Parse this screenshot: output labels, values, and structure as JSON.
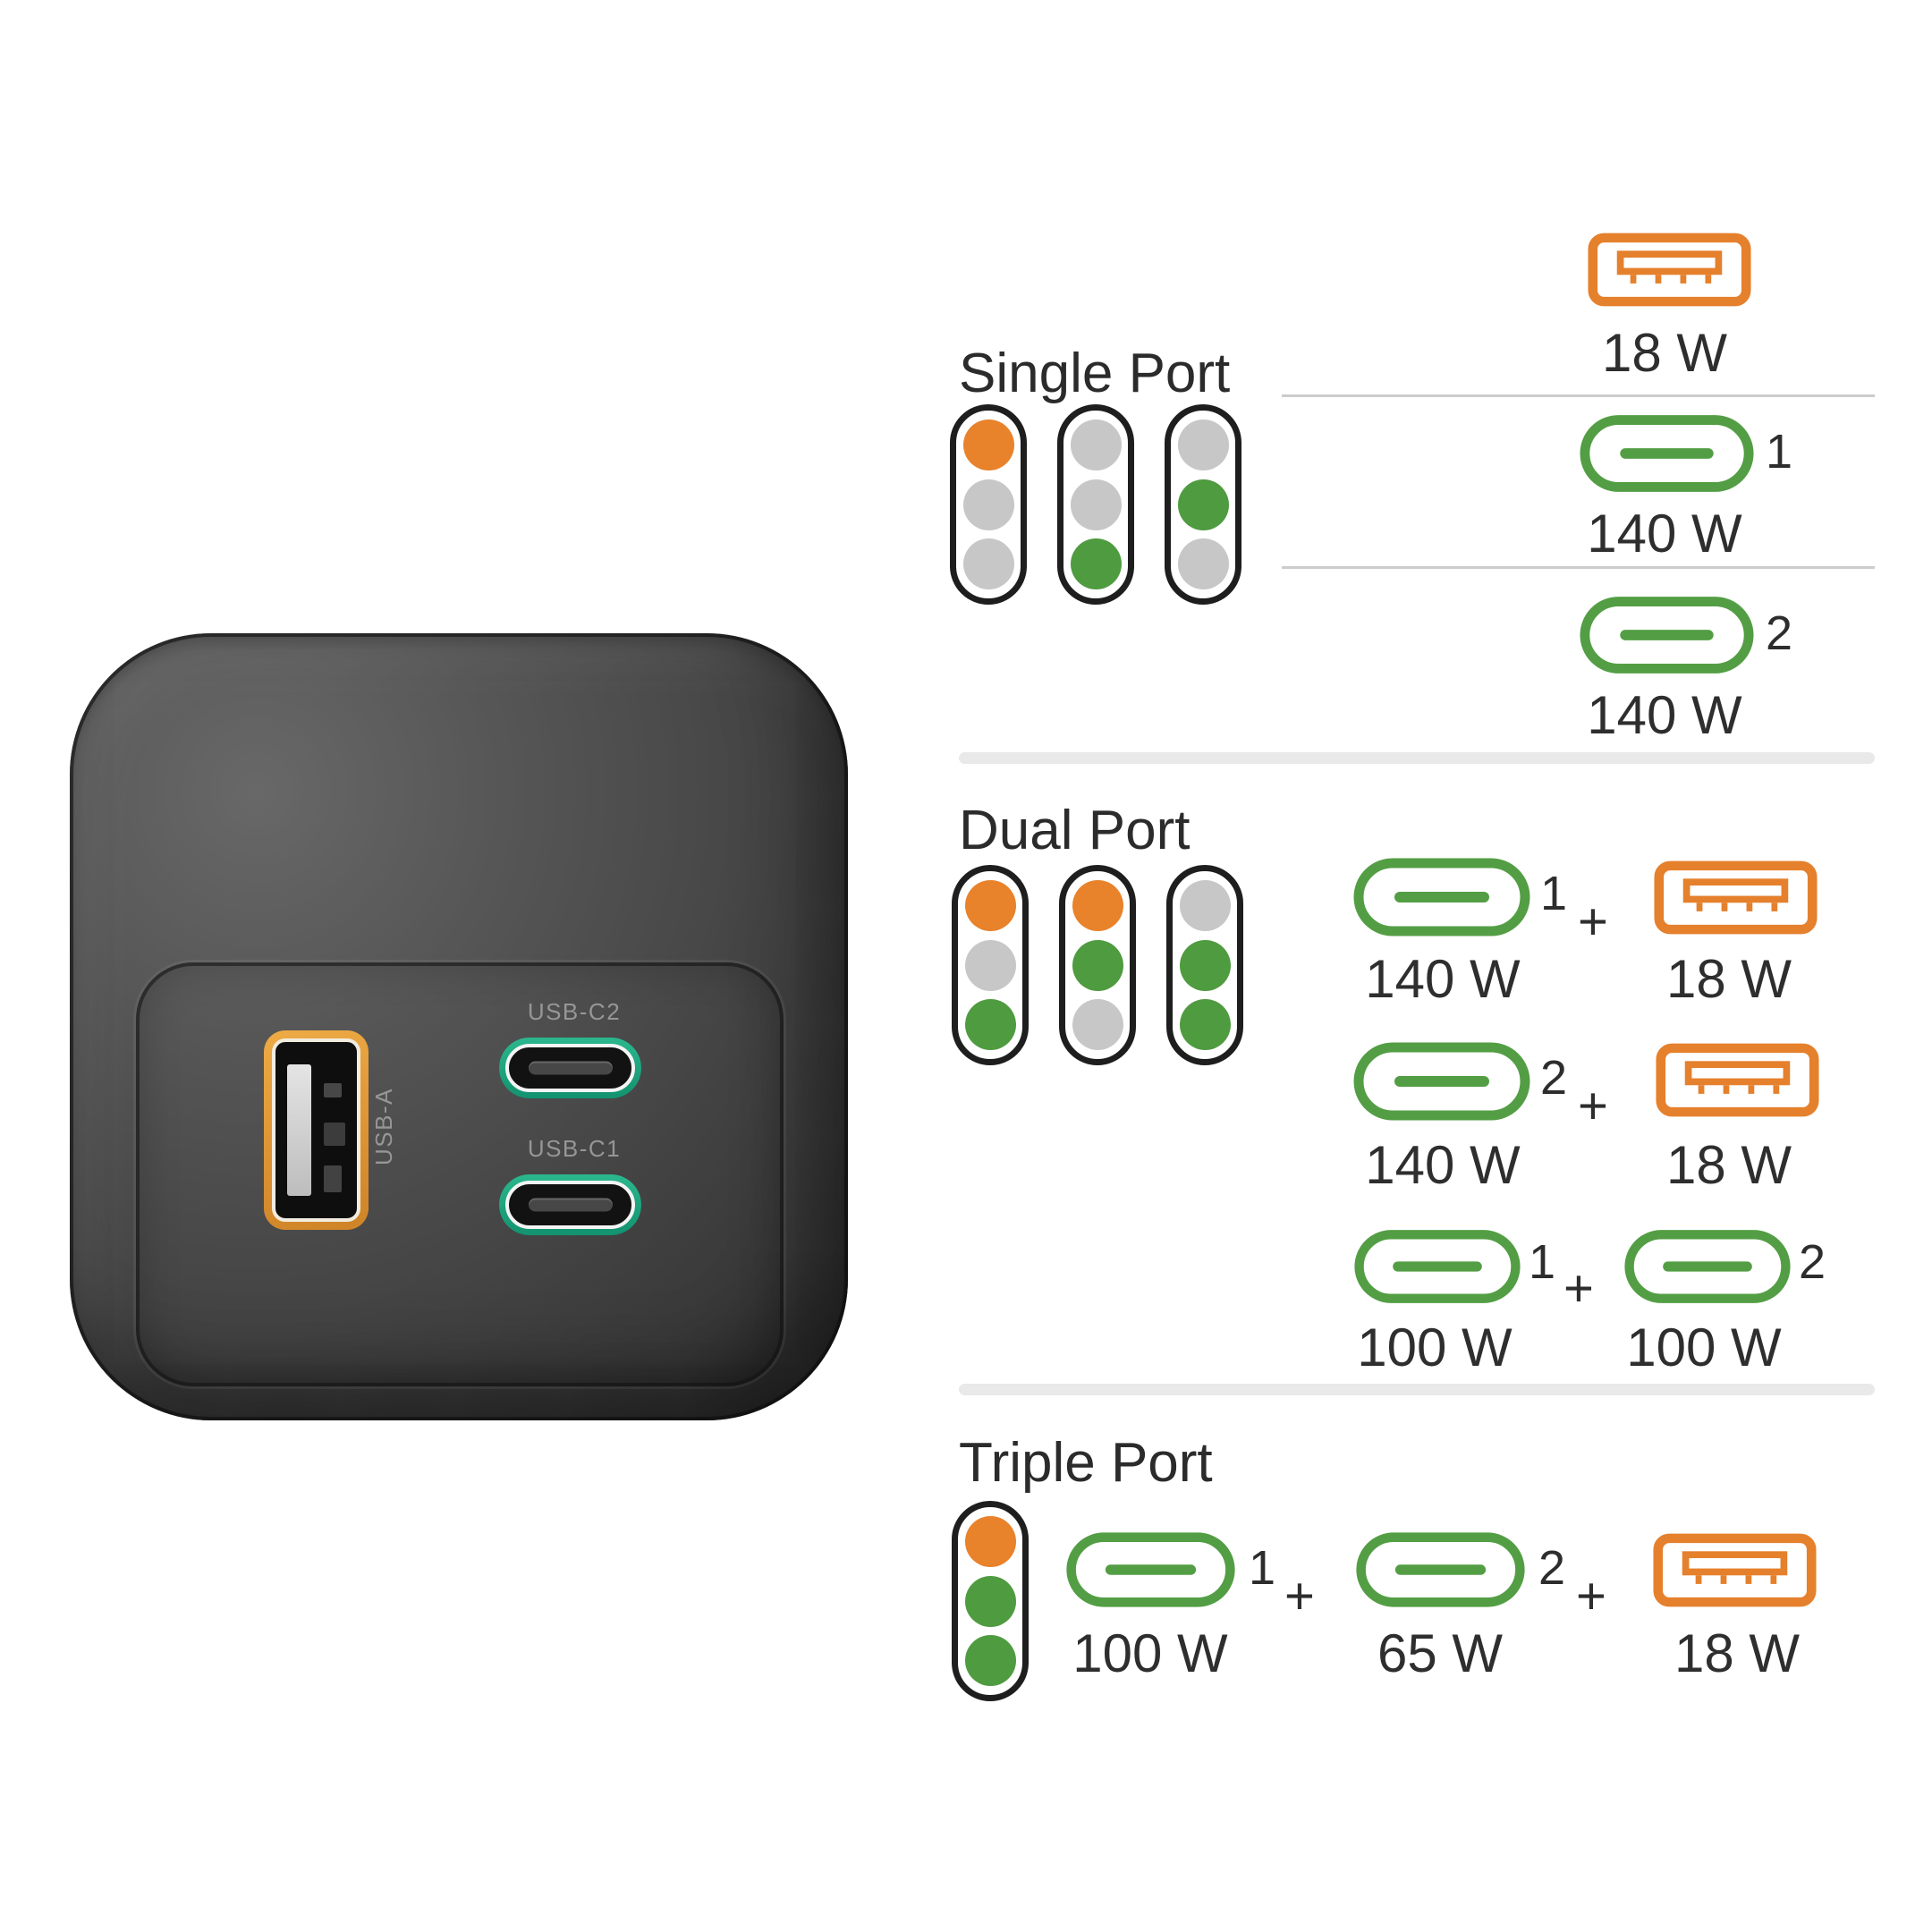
{
  "colors": {
    "orange": "#E8822B",
    "green": "#4F9B40",
    "gray": "#C7C7C7",
    "teal_port": "#1CAD86",
    "usb_a_accent": "#E09636",
    "text": "#2D2D2D"
  },
  "device": {
    "usb_a_label": "USB-A",
    "usb_c2_label": "USB-C2",
    "usb_c1_label": "USB-C1"
  },
  "plus": "+",
  "sections": [
    {
      "title": "Single Port",
      "indicators": [
        [
          "orange",
          "gray",
          "gray"
        ],
        [
          "gray",
          "gray",
          "green"
        ],
        [
          "gray",
          "green",
          "gray"
        ]
      ],
      "rows": [
        {
          "items": [
            {
              "icon": "usb-a",
              "watts": "18 W"
            }
          ]
        },
        {
          "items": [
            {
              "icon": "usb-c",
              "num": "1",
              "watts": "140 W"
            }
          ]
        },
        {
          "items": [
            {
              "icon": "usb-c",
              "num": "2",
              "watts": "140 W"
            }
          ]
        }
      ]
    },
    {
      "title": "Dual Port",
      "indicators": [
        [
          "orange",
          "gray",
          "green"
        ],
        [
          "orange",
          "green",
          "gray"
        ],
        [
          "gray",
          "green",
          "green"
        ]
      ],
      "rows": [
        {
          "items": [
            {
              "icon": "usb-c",
              "num": "1",
              "watts": "140 W"
            },
            {
              "icon": "usb-a",
              "watts": "18 W"
            }
          ]
        },
        {
          "items": [
            {
              "icon": "usb-c",
              "num": "2",
              "watts": "140 W"
            },
            {
              "icon": "usb-a",
              "watts": "18 W"
            }
          ]
        },
        {
          "items": [
            {
              "icon": "usb-c",
              "num": "1",
              "watts": "100 W"
            },
            {
              "icon": "usb-c",
              "num": "2",
              "watts": "100 W"
            }
          ]
        }
      ]
    },
    {
      "title": "Triple Port",
      "indicators": [
        [
          "orange",
          "green",
          "green"
        ]
      ],
      "rows": [
        {
          "items": [
            {
              "icon": "usb-c",
              "num": "1",
              "watts": "100 W"
            },
            {
              "icon": "usb-c",
              "num": "2",
              "watts": "65 W"
            },
            {
              "icon": "usb-a",
              "watts": "18 W"
            }
          ]
        }
      ]
    }
  ]
}
